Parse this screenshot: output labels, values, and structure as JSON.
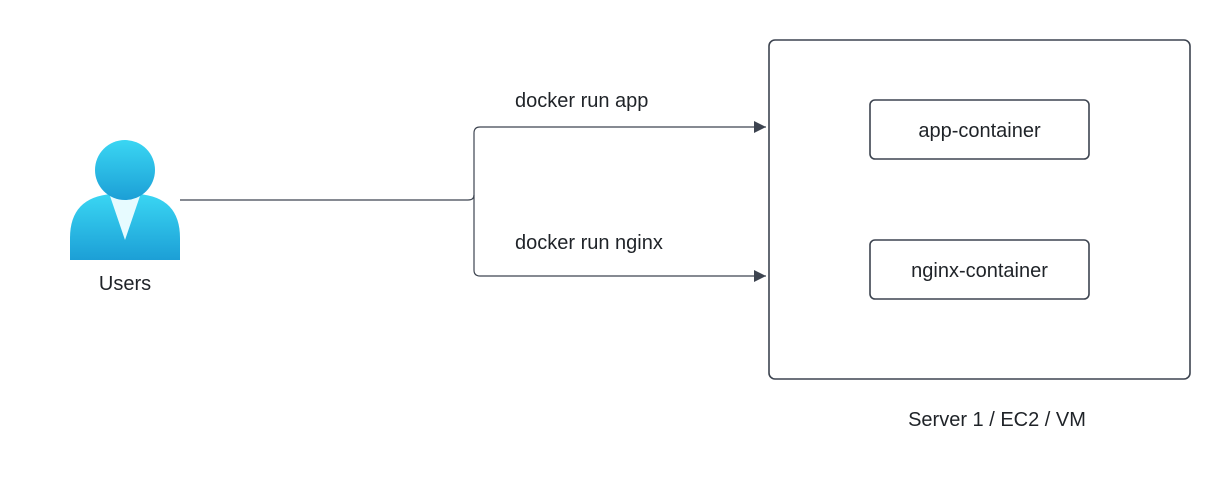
{
  "diagram": {
    "user": {
      "label": "Users"
    },
    "edges": [
      {
        "label": "docker run app"
      },
      {
        "label": "docker run nginx"
      }
    ],
    "server": {
      "label": "Server 1 / EC2 / VM",
      "containers": [
        {
          "label": "app-container"
        },
        {
          "label": "nginx-container"
        }
      ]
    },
    "colors": {
      "stroke": "#3d4450",
      "user_icon_top": "#3ad6f3",
      "user_icon_bottom": "#1c9fd6",
      "user_collar": "#e7fbff"
    }
  }
}
